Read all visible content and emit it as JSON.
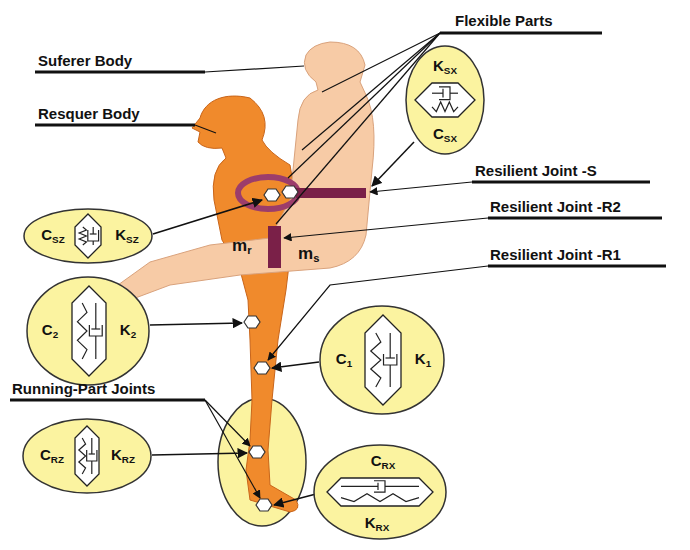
{
  "diagram": {
    "nodes": [
      {
        "text": [
          "KSX",
          "CSX"
        ]
      },
      {
        "text": [
          "CSZ",
          "KSZ"
        ]
      },
      {
        "text": [
          "C2",
          "K2"
        ]
      },
      {
        "text": [
          "C1",
          "K1"
        ]
      },
      {
        "text": [
          "CRZ",
          "KRZ"
        ]
      },
      {
        "text": [
          "CRX",
          "KRX"
        ]
      }
    ],
    "labels": [
      "Flexible Parts",
      "Suferer Body",
      "Resquer Body",
      "Resilient Joint -S",
      "Resilient Joint -R2",
      "Resilient Joint -R1",
      "Running-Part Joints",
      "ms",
      "mr"
    ]
  }
}
